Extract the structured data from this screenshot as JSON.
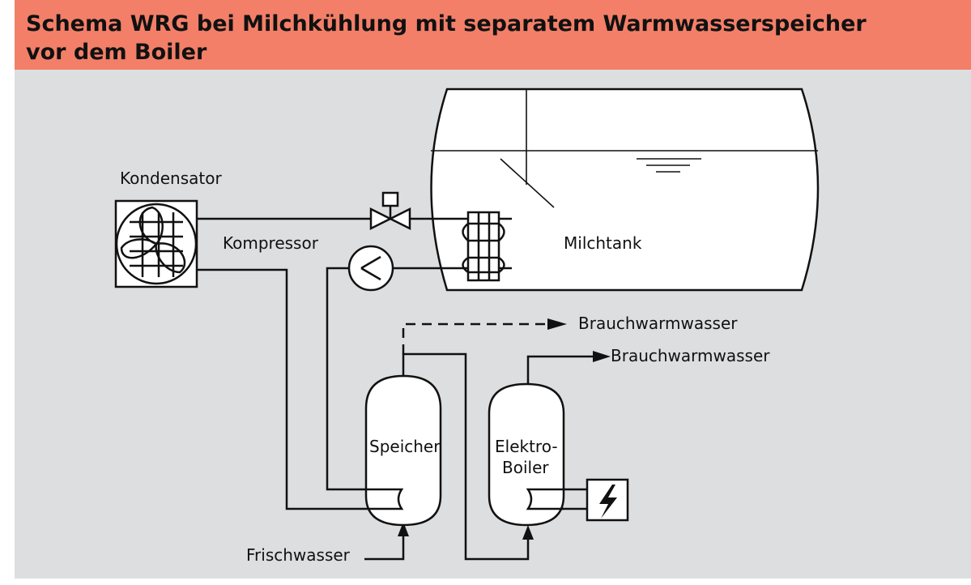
{
  "header": {
    "title_line1": "Schema WRG bei Milchkühlung mit separatem Warmwasserspeicher",
    "title_line2": "vor dem Boiler",
    "background_color": "#f37f68"
  },
  "diagram": {
    "background_color": "#dddee0",
    "labels": {
      "condenser": "Kondensator",
      "compressor": "Kompressor",
      "milk_tank": "Milchtank",
      "hot_water_1": "Brauchwarmwasser",
      "hot_water_2": "Brauchwarmwasser",
      "storage": "Speicher",
      "boiler_line1": "Elektro-",
      "boiler_line2": "Boiler",
      "fresh_water": "Frischwasser"
    }
  }
}
